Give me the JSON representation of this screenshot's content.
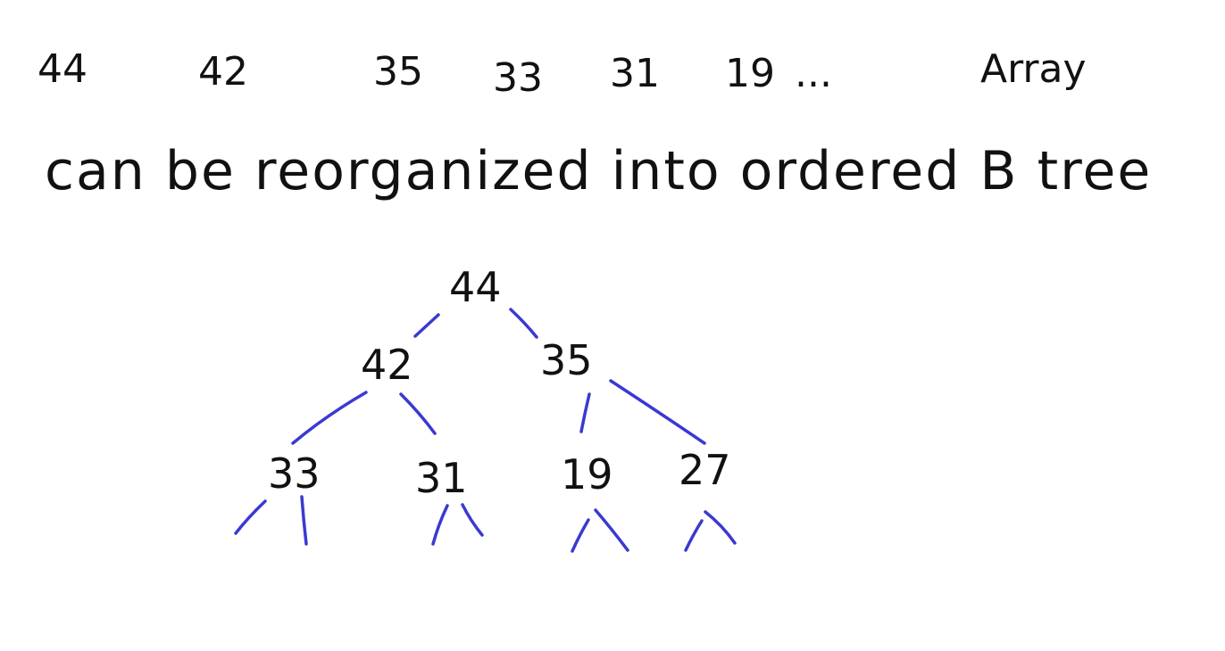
{
  "array": {
    "values": [
      "44",
      "42",
      "35",
      "33",
      "31",
      "19",
      "..."
    ],
    "label": "Array"
  },
  "caption": "can be reorganized into ordered B tree",
  "tree": {
    "root": "44",
    "level1": [
      "42",
      "35"
    ],
    "level2": [
      "33",
      "31",
      "19",
      "27"
    ]
  },
  "colors": {
    "ink": "#111111",
    "edge": "#3a3ad0"
  }
}
